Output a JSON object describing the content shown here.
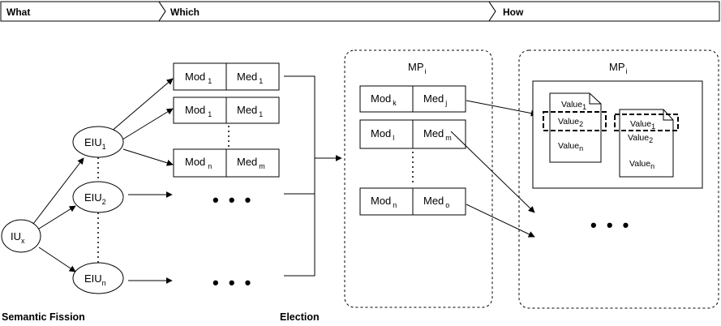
{
  "phases": [
    "What",
    "Which",
    "How"
  ],
  "nodes": {
    "iu": {
      "base": "IU",
      "sub": "x"
    },
    "eiu1": {
      "base": "EIU",
      "sub": "1"
    },
    "eiu2": {
      "base": "EIU",
      "sub": "2"
    },
    "eiun": {
      "base": "EIU",
      "sub": "n"
    }
  },
  "pairs_left": [
    {
      "mod": "Mod",
      "mod_sub": "1",
      "med": "Med",
      "med_sub": "1"
    },
    {
      "mod": "Mod",
      "mod_sub": "1",
      "med": "Med",
      "med_sub": "1"
    },
    {
      "mod": "Mod",
      "mod_sub": "n",
      "med": "Med",
      "med_sub": "m"
    }
  ],
  "mp_election": {
    "title": "MP",
    "title_sub": "i",
    "pairs": [
      {
        "mod": "Mod",
        "mod_sub": "k",
        "med": "Med",
        "med_sub": "j"
      },
      {
        "mod": "Mod",
        "mod_sub": "l",
        "med": "Med",
        "med_sub": "m"
      },
      {
        "mod": "Mod",
        "mod_sub": "n",
        "med": "Med",
        "med_sub": "o"
      }
    ]
  },
  "mp_instantiation": {
    "title": "MP",
    "title_sub": "i",
    "doc1": [
      {
        "base": "Value",
        "sub": "1"
      },
      {
        "base": "Value",
        "sub": "2"
      },
      {
        "base": "Value",
        "sub": "n"
      }
    ],
    "doc2": [
      {
        "base": "Value",
        "sub": "1"
      },
      {
        "base": "Value",
        "sub": "2"
      },
      {
        "base": "Value",
        "sub": "n"
      }
    ]
  },
  "ellipsis": "• • •",
  "footer": {
    "left": "Semantic Fission",
    "middle": "Election"
  }
}
